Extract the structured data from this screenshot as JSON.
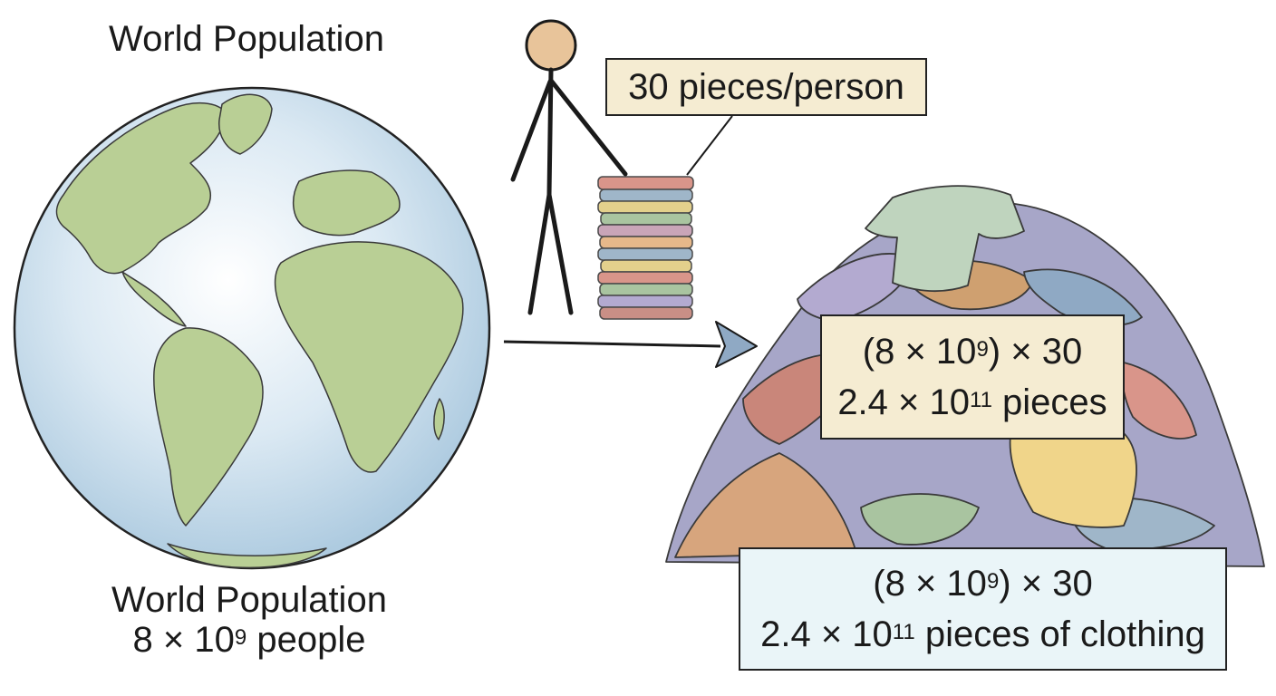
{
  "top_title": "World Population",
  "bottom_caption": {
    "line1": "World Population",
    "line2_prefix": "8 × 10",
    "line2_exp": "9",
    "line2_suffix": " people"
  },
  "per_person_box": {
    "text": "30 pieces/person",
    "fill": "#f5ecd2"
  },
  "middle_box": {
    "line1_prefix": "(8 × 10",
    "line1_exp": "9",
    "line1_suffix": ") × 30",
    "line2_prefix": "2.4 × 10",
    "line2_exp": "11",
    "line2_suffix": " pieces",
    "fill": "#f5ecd2"
  },
  "bottom_box": {
    "line1_prefix": "(8 × 10",
    "line1_exp": "9",
    "line1_suffix": ") × 30",
    "line2_prefix": "2.4 × 10",
    "line2_exp": "11",
    "line2_suffix": " pieces of clothing",
    "fill": "#eaf5f8"
  },
  "colors": {
    "ocean": "#cfe3f0",
    "land": "#b9cf95",
    "arrow": "#8fa9c4",
    "skin": "#e8c49a"
  }
}
